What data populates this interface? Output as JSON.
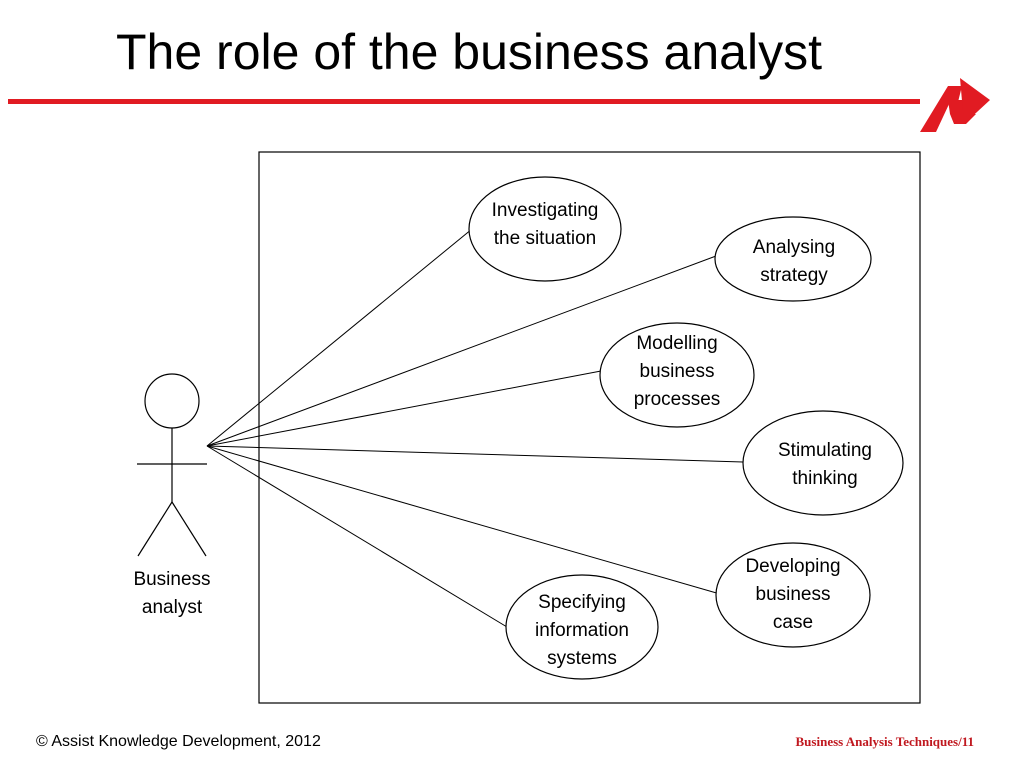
{
  "slide": {
    "title": "The role of the business analyst",
    "accent_color": "#e11b22",
    "logo_icon": "red-a-arrow-logo"
  },
  "diagram": {
    "actor": {
      "label_line1": "Business",
      "label_line2": "analyst",
      "icon": "stick-figure-actor-icon"
    },
    "use_cases": [
      {
        "id": "investigating",
        "line1": "Investigating",
        "line2": "the situation",
        "line3": ""
      },
      {
        "id": "analysing",
        "line1": "Analysing",
        "line2": "strategy",
        "line3": ""
      },
      {
        "id": "modelling",
        "line1": "Modelling",
        "line2": "business",
        "line3": "processes"
      },
      {
        "id": "stimulating",
        "line1": "Stimulating",
        "line2": "thinking",
        "line3": ""
      },
      {
        "id": "developing",
        "line1": "Developing",
        "line2": "business",
        "line3": "case"
      },
      {
        "id": "specifying",
        "line1": "Specifying",
        "line2": "information",
        "line3": "systems"
      }
    ]
  },
  "footer": {
    "copyright": "© Assist Knowledge Development, 2012",
    "page_ref": "Business Analysis Techniques/11",
    "page_ref_color": "#c0181f"
  }
}
